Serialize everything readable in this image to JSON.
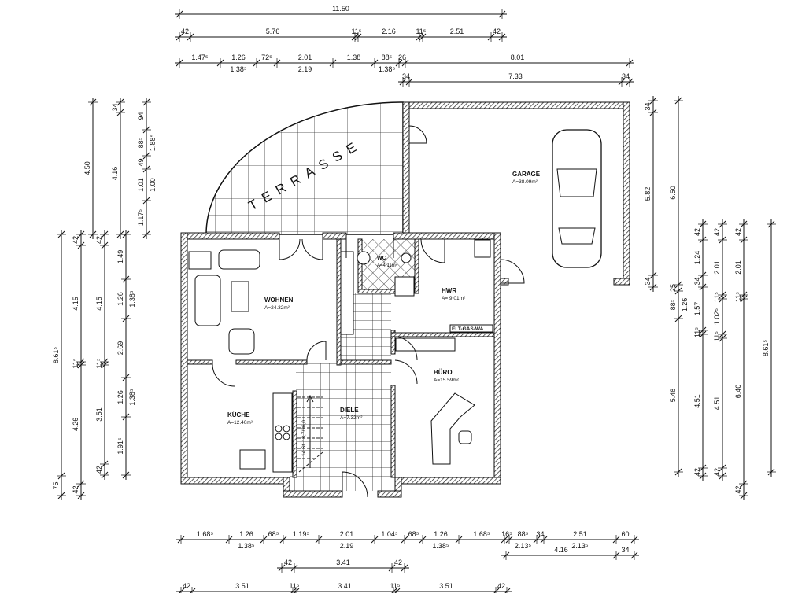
{
  "rooms": {
    "terrasse": {
      "name": "TERRASSE"
    },
    "garage": {
      "name": "GARAGE",
      "area": "A=38.09m²"
    },
    "wohnen": {
      "name": "WOHNEN",
      "area": "A=24.32m²"
    },
    "kueche": {
      "name": "KÜCHE",
      "area": "A=12.40m²"
    },
    "diele": {
      "name": "DIELE",
      "area": "A=7.32m²"
    },
    "wc": {
      "name": "WC",
      "area": "A=4.11m²"
    },
    "hwr": {
      "name": "HWR",
      "area": "A= 9.01m²"
    },
    "buero": {
      "name": "BÜRO",
      "area": "A=15.59m²"
    }
  },
  "annotations": {
    "utility": "ELT-GAS-WA",
    "stair": "14 St. 18,7/26,0"
  },
  "dimensions": {
    "top": [
      [
        "11.50"
      ],
      [
        "42",
        "5.76",
        "11⁵",
        "2.16",
        "11⁵",
        "2.51",
        "42"
      ],
      [
        "1.47⁵",
        [
          "1.26",
          "1.38⁵"
        ],
        "72⁵",
        [
          "2.01",
          "2.19"
        ],
        "1.38",
        [
          "88⁵",
          "1.38⁵"
        ],
        "26",
        "8.01"
      ],
      [
        "34",
        "7.33",
        "34"
      ]
    ],
    "bottom": [
      [
        "1.68⁵",
        [
          "1.26",
          "1.38⁵"
        ],
        "68⁵",
        "1.19⁵",
        [
          "2.01",
          "2.19"
        ],
        "1.04⁵",
        "68⁵",
        [
          "1.26",
          "1.38⁵"
        ],
        "1.68⁵",
        "16⁵",
        [
          "88⁵",
          "2.13⁵"
        ],
        "34",
        [
          "2.51",
          "2.13⁵"
        ],
        "60"
      ],
      [
        "4.16",
        "34"
      ],
      [
        "42",
        "3.41",
        "42"
      ],
      [
        "42",
        "3.51",
        "11⁵",
        "3.41",
        "11⁵",
        "3.51",
        "42"
      ]
    ],
    "left": [
      [
        "8.61⁵",
        "75"
      ],
      [
        "42",
        "4.15",
        "11⁵",
        "4.26",
        "42"
      ],
      [
        "42",
        "4.15",
        "11⁵",
        "3.51",
        "42"
      ],
      [
        "1.49",
        [
          "1.26",
          "1.38⁵"
        ],
        "2.69",
        [
          "1.26",
          "1.38⁵"
        ],
        "1.91⁵"
      ],
      [
        "4.50"
      ],
      [
        "34",
        "4.16"
      ],
      [
        "94",
        [
          "88⁵",
          "1.88⁵"
        ],
        "49",
        [
          "1.01",
          "1.00"
        ],
        "1.17⁵"
      ]
    ],
    "right": [
      [
        "34",
        "5.82",
        "34"
      ],
      [
        "6.50",
        "25",
        [
          "88⁵",
          "1.26"
        ],
        "5.48"
      ],
      [
        "42",
        "1.24",
        "34",
        "1.57",
        "11⁵",
        "4.51",
        "42"
      ],
      [
        "42",
        "2.01",
        "11⁵",
        "1.02⁵",
        "11⁵",
        "4.51",
        "42"
      ],
      [
        "42",
        "2.01",
        "11⁵",
        "6.40",
        "42"
      ],
      [
        "8.61⁵"
      ]
    ]
  }
}
